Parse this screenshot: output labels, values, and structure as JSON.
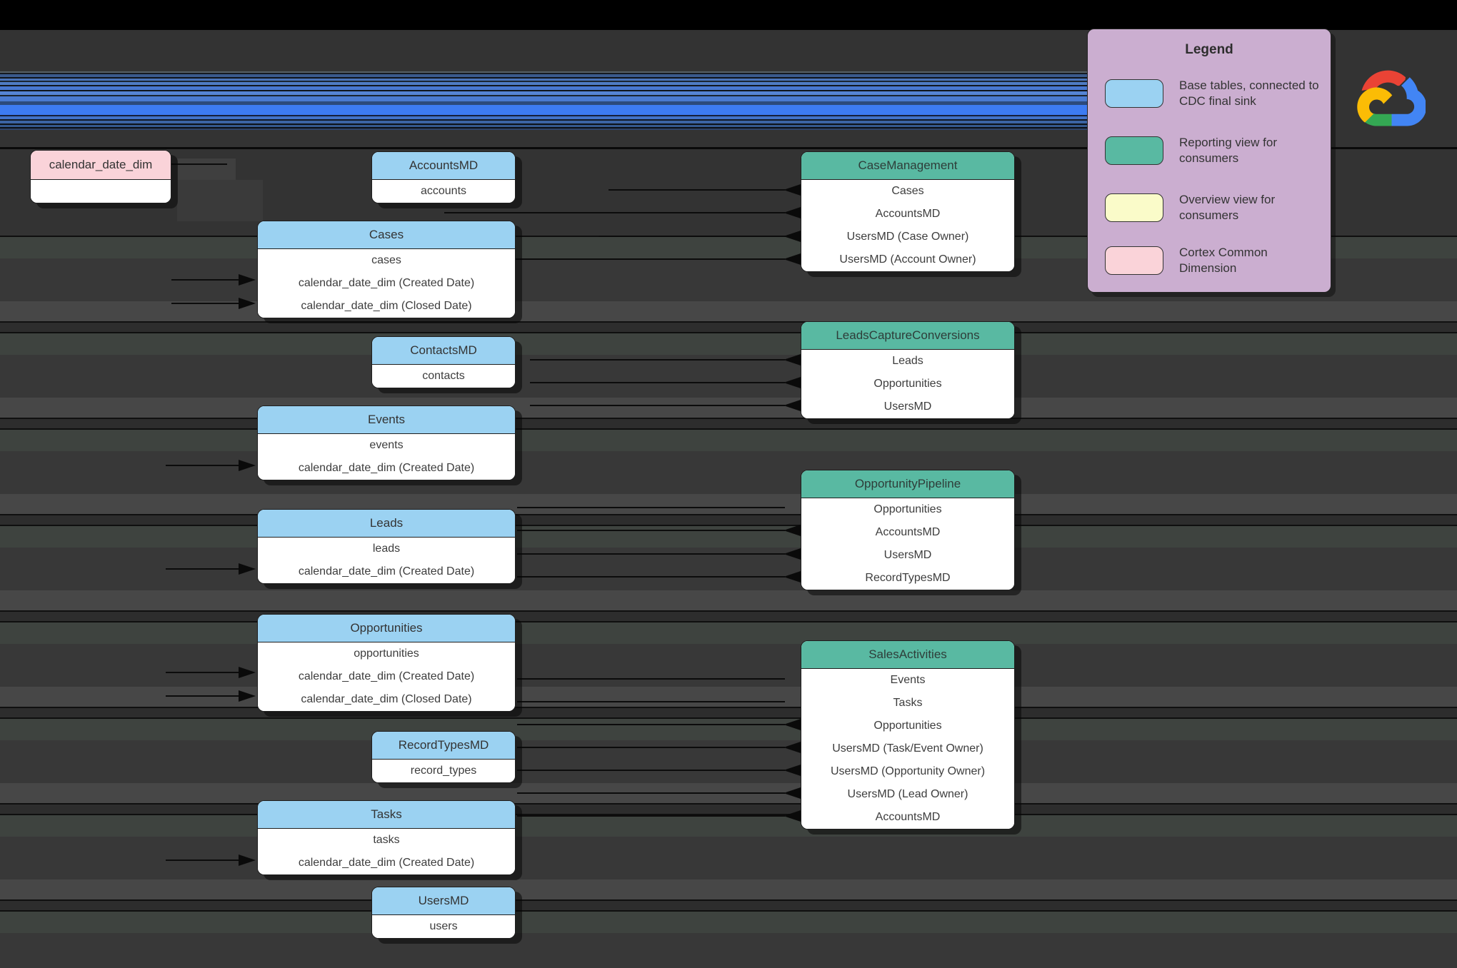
{
  "legend": {
    "title": "Legend",
    "items": [
      {
        "label": "Base tables, connected to CDC final sink",
        "color": "#9bd2f2"
      },
      {
        "label": "Reporting view for consumers",
        "color": "#59b9a2"
      },
      {
        "label": "Overview view for consumers",
        "color": "#fafbc9"
      },
      {
        "label": "Cortex Common Dimension",
        "color": "#fad3d9"
      }
    ]
  },
  "logo": {
    "name": "Google Cloud"
  },
  "colors": {
    "background": "#333333",
    "base_table_header": "#9bd2f2",
    "reporting_view_header": "#59b9a2",
    "overview_view": "#fafbc9",
    "common_dimension_header": "#fad3d9",
    "legend_background": "#cbaed0",
    "glitch_stripe_blue": "#3d7bf2"
  },
  "boxes": [
    {
      "title": "calendar_date_dim",
      "rows": []
    },
    {
      "title": "AccountsMD",
      "rows": [
        "accounts"
      ]
    },
    {
      "title": "Cases",
      "rows": [
        "cases",
        "calendar_date_dim (Created Date)",
        "calendar_date_dim (Closed Date)"
      ]
    },
    {
      "title": "ContactsMD",
      "rows": [
        "contacts"
      ]
    },
    {
      "title": "Events",
      "rows": [
        "events",
        "calendar_date_dim (Created Date)"
      ]
    },
    {
      "title": "Leads",
      "rows": [
        "leads",
        "calendar_date_dim (Created Date)"
      ]
    },
    {
      "title": "Opportunities",
      "rows": [
        "opportunities",
        "calendar_date_dim (Created Date)",
        "calendar_date_dim (Closed Date)"
      ]
    },
    {
      "title": "RecordTypesMD",
      "rows": [
        "record_types"
      ]
    },
    {
      "title": "Tasks",
      "rows": [
        "tasks",
        "calendar_date_dim (Created Date)"
      ]
    },
    {
      "title": "UsersMD",
      "rows": [
        "users"
      ]
    },
    {
      "title": "CaseManagement",
      "rows": [
        "Cases",
        "AccountsMD",
        "UsersMD (Case Owner)",
        "UsersMD (Account Owner)"
      ]
    },
    {
      "title": "LeadsCaptureConversions",
      "rows": [
        "Leads",
        "Opportunities",
        "UsersMD"
      ]
    },
    {
      "title": "OpportunityPipeline",
      "rows": [
        "Opportunities",
        "AccountsMD",
        "UsersMD",
        "RecordTypesMD"
      ]
    },
    {
      "title": "SalesActivities",
      "rows": [
        "Events",
        "Tasks",
        "Opportunities",
        "UsersMD (Task/Event Owner)",
        "UsersMD (Opportunity Owner)",
        "UsersMD (Lead Owner)",
        "AccountsMD"
      ]
    }
  ]
}
